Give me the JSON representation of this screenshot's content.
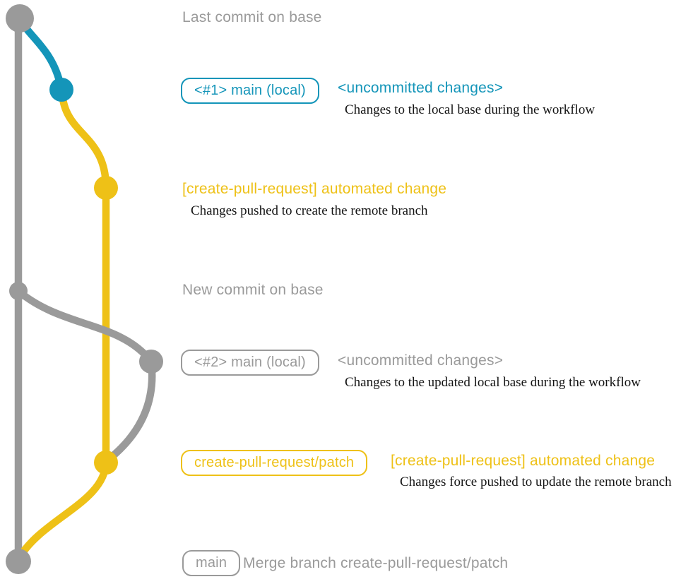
{
  "colors": {
    "gray": "#9a9a9a",
    "blue": "#1495b9",
    "yellow": "#eec117",
    "black": "#141414"
  },
  "annotations": {
    "last_commit": "Last commit on base",
    "badge_main1": "<#1> main (local)",
    "uncommitted1": "<uncommitted changes>",
    "note1": "Changes to the local base during the workflow",
    "auto_change1": "[create-pull-request] automated change",
    "note2": "Changes pushed to create the remote branch",
    "new_commit": "New commit on base",
    "badge_main2": "<#2> main (local)",
    "uncommitted2": "<uncommitted changes>",
    "note3": "Changes to the updated local base during the workflow",
    "badge_patch": "create-pull-request/patch",
    "auto_change2": "[create-pull-request] automated change",
    "note4": "Changes force pushed to update the remote branch",
    "badge_main3": "main",
    "merge_text": "Merge branch create-pull-request/patch"
  },
  "graph": {
    "type": "git-branch-diagram",
    "commits": [
      {
        "id": "base-head",
        "lane": "base",
        "color": "gray",
        "label": "Last commit on base"
      },
      {
        "id": "local-1",
        "lane": "local",
        "color": "blue",
        "label": "<#1> main (local)",
        "note": "<uncommitted changes>"
      },
      {
        "id": "remote-1",
        "lane": "remote",
        "color": "yellow",
        "label": "[create-pull-request] automated change"
      },
      {
        "id": "base-new",
        "lane": "base",
        "color": "gray",
        "label": "New commit on base"
      },
      {
        "id": "local-2",
        "lane": "local",
        "color": "gray",
        "label": "<#2> main (local)",
        "note": "<uncommitted changes>"
      },
      {
        "id": "remote-2",
        "lane": "remote",
        "color": "yellow",
        "label": "create-pull-request/patch"
      },
      {
        "id": "merge",
        "lane": "base",
        "color": "gray",
        "label": "Merge branch create-pull-request/patch"
      }
    ]
  }
}
